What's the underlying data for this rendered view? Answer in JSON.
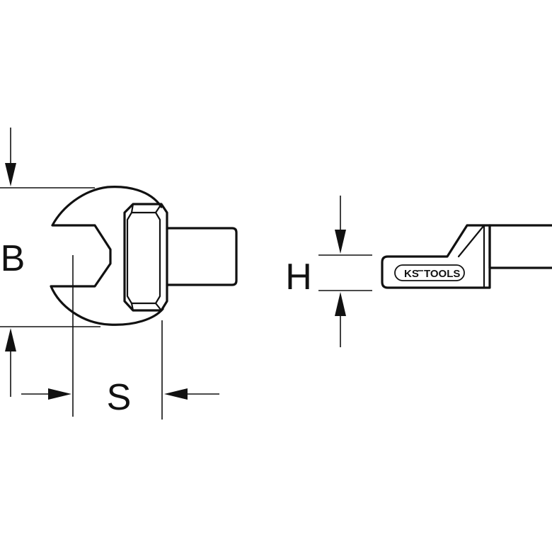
{
  "labels": {
    "width_label": "B",
    "jaw_label": "S",
    "height_label": "H"
  },
  "logo": {
    "brand_ks": "KS",
    "brand_tools": "TOOLS"
  },
  "colors": {
    "line": "#111111",
    "background": "#ffffff"
  }
}
